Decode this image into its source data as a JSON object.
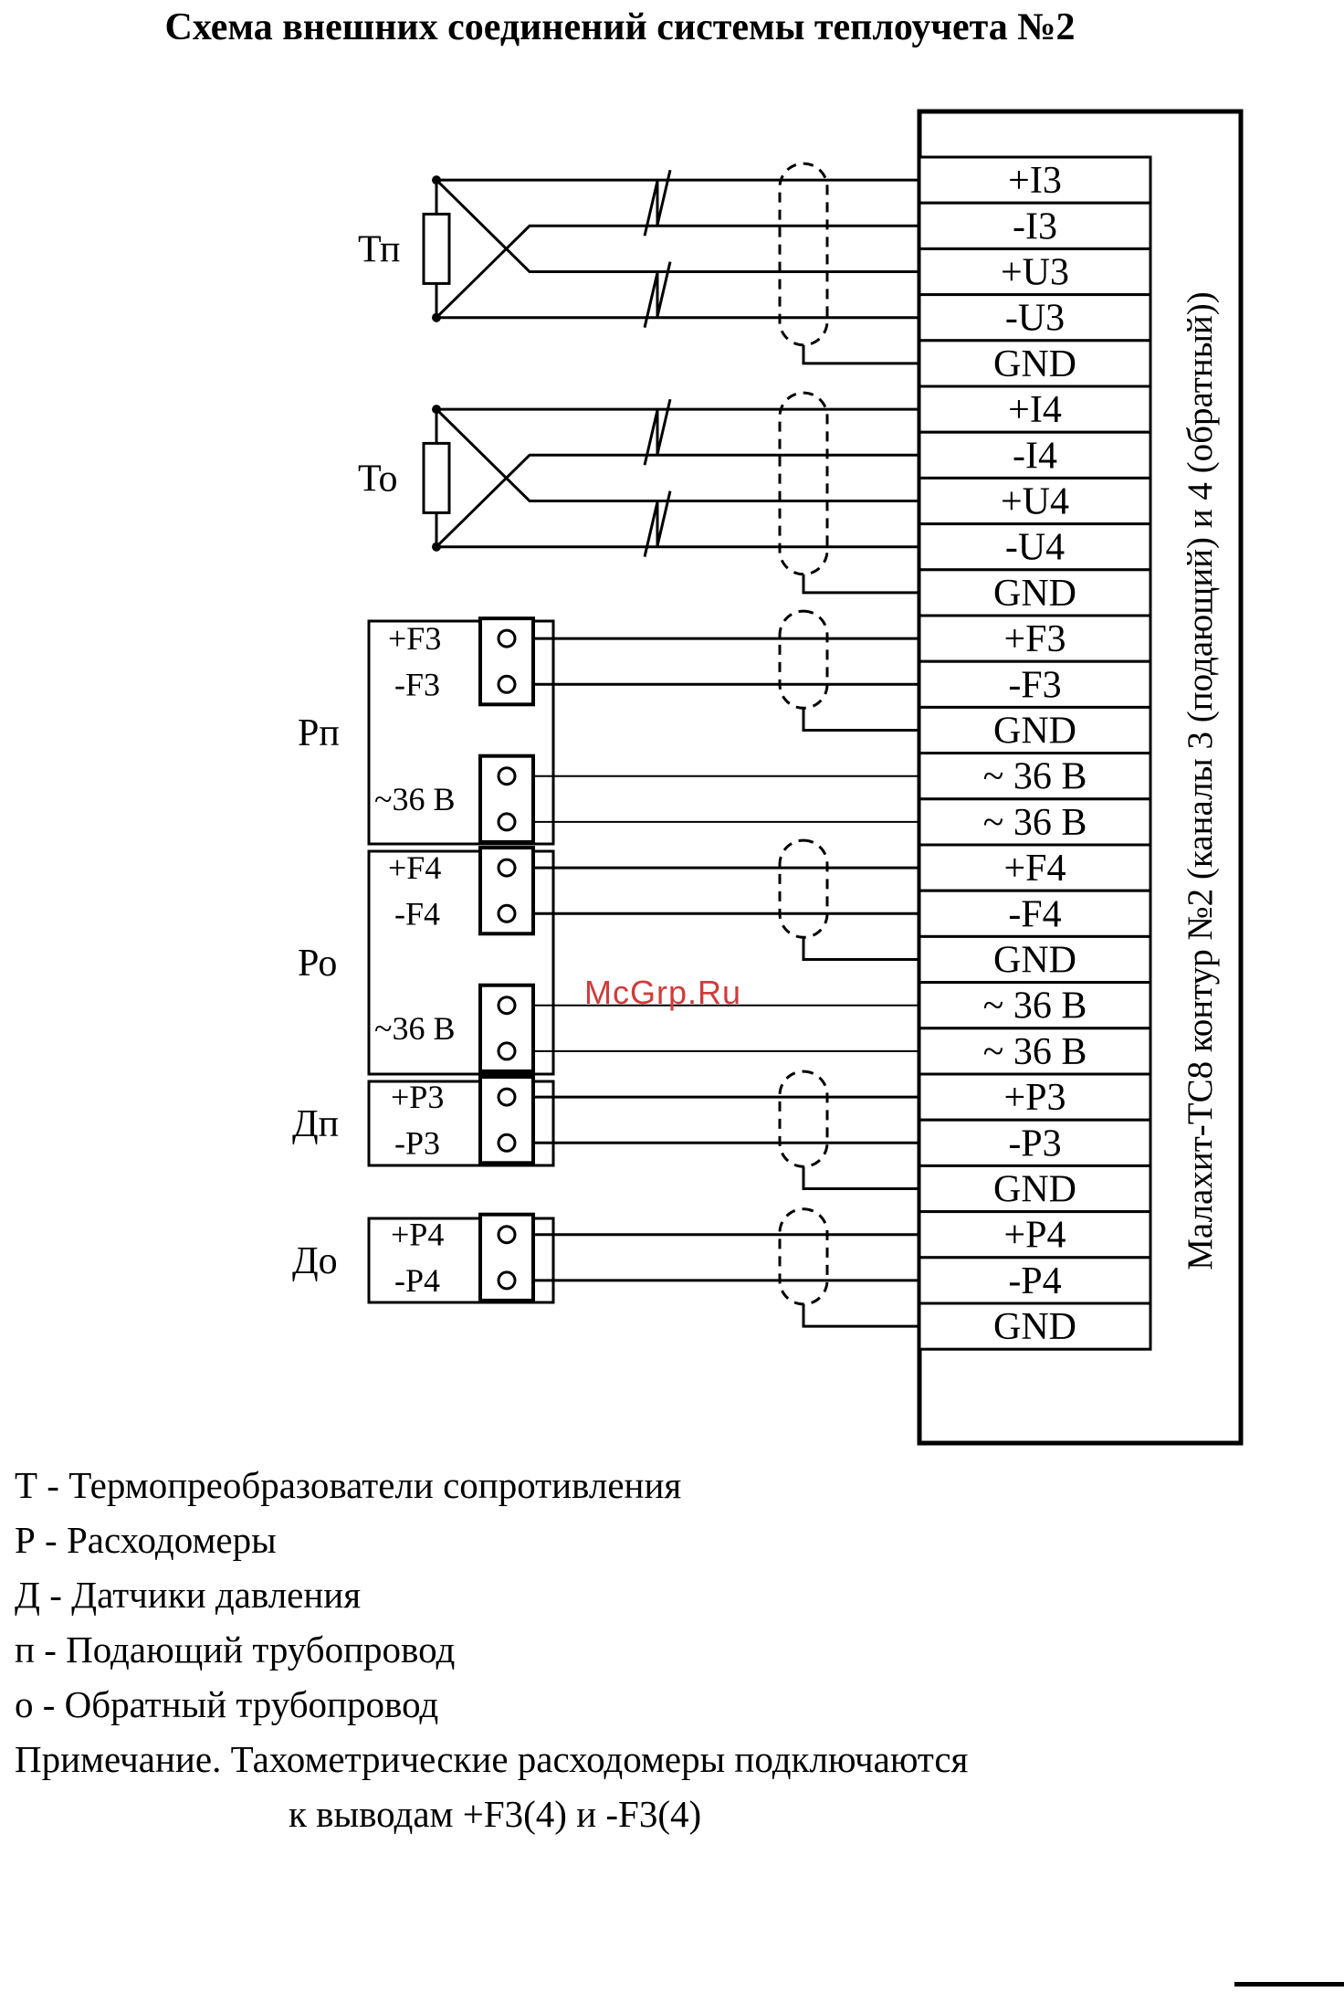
{
  "title": "Схема внешних соединений системы теплоучета №2",
  "device": {
    "label": "Малахит-ТС8 контур №2 (каналы 3 (подающий) и 4 (обратный))",
    "terminals": [
      "+I3",
      "-I3",
      "+U3",
      "-U3",
      "GND",
      "+I4",
      "-I4",
      "+U4",
      "-U4",
      "GND",
      "+F3",
      "-F3",
      "GND",
      "~ 36 В",
      "~ 36 В",
      "+F4",
      "-F4",
      "GND",
      "~ 36 В",
      "~ 36 В",
      "+P3",
      "-P3",
      "GND",
      "+P4",
      "-P4",
      "GND"
    ]
  },
  "sensors": {
    "tp": {
      "label": "Тп"
    },
    "to": {
      "label": "То"
    },
    "rp": {
      "label": "Рп",
      "out_plus": "+F3",
      "out_minus": "-F3",
      "power": "~36 В"
    },
    "ro": {
      "label": "Ро",
      "out_plus": "+F4",
      "out_minus": "-F4",
      "power": "~36 В"
    },
    "dp": {
      "label": "Дп",
      "out_plus": "+P3",
      "out_minus": "-P3"
    },
    "do": {
      "label": "До",
      "out_plus": "+P4",
      "out_minus": "-P4"
    }
  },
  "legend": [
    "Т - Термопреобразователи сопротивления",
    "Р - Расходомеры",
    "Д - Датчики давления",
    "п - Подающий трубопровод",
    "о - Обратный трубопровод"
  ],
  "note": {
    "line1": "Примечание. Тахометрические расходомеры подключаются",
    "line2": "к выводам +F3(4) и -F3(4)"
  },
  "watermark": "McGrp.Ru"
}
